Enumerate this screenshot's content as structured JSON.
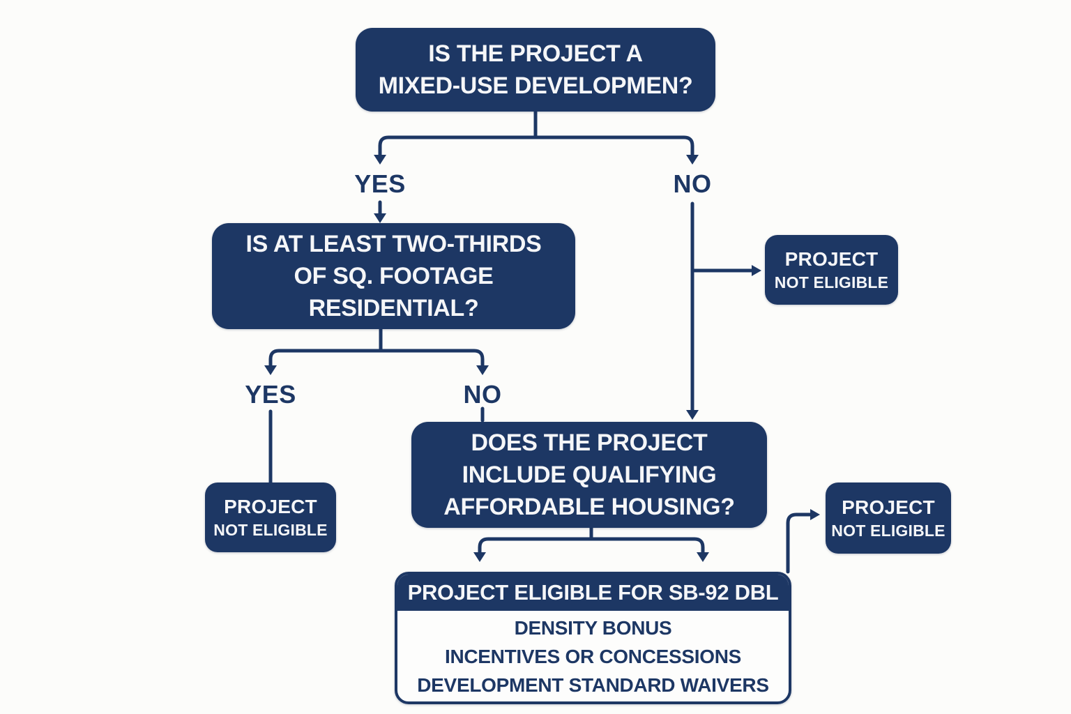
{
  "colors": {
    "navy": "#1d3764",
    "box_text": "#f5f6f8",
    "background": "#fcfcfa"
  },
  "nodes": {
    "q1": {
      "lines": [
        "IS THE PROJECT A",
        "MIXED-USE DEVELOPMEN?"
      ]
    },
    "q2": {
      "lines": [
        "IS AT LEAST TWO-THIRDS",
        "OF SQ. FOOTAGE",
        "RESIDENTIAL?"
      ]
    },
    "q3": {
      "lines": [
        "DOES THE PROJECT",
        "INCLUDE QUALIFYING",
        "AFFORDABLE HOUSING?"
      ]
    },
    "not_eligible_top_right": {
      "lines": [
        "PROJECT",
        "NOT ELIGIBLE"
      ]
    },
    "not_eligible_left": {
      "lines": [
        "PROJECT",
        "NOT ELIGIBLE"
      ]
    },
    "not_eligible_bottom_right": {
      "lines": [
        "PROJECT",
        "NOT ELIGIBLE"
      ]
    },
    "eligible": {
      "header": "PROJECT ELIGIBLE FOR SB-92 DBL",
      "benefits": [
        "DENSITY BONUS",
        "INCENTIVES OR CONCESSIONS",
        "DEVELOPMENT STANDARD WAIVERS"
      ]
    }
  },
  "branch_labels": {
    "q1_yes": "YES",
    "q1_no": "NO",
    "q2_yes": "YES",
    "q2_no": "NO"
  }
}
